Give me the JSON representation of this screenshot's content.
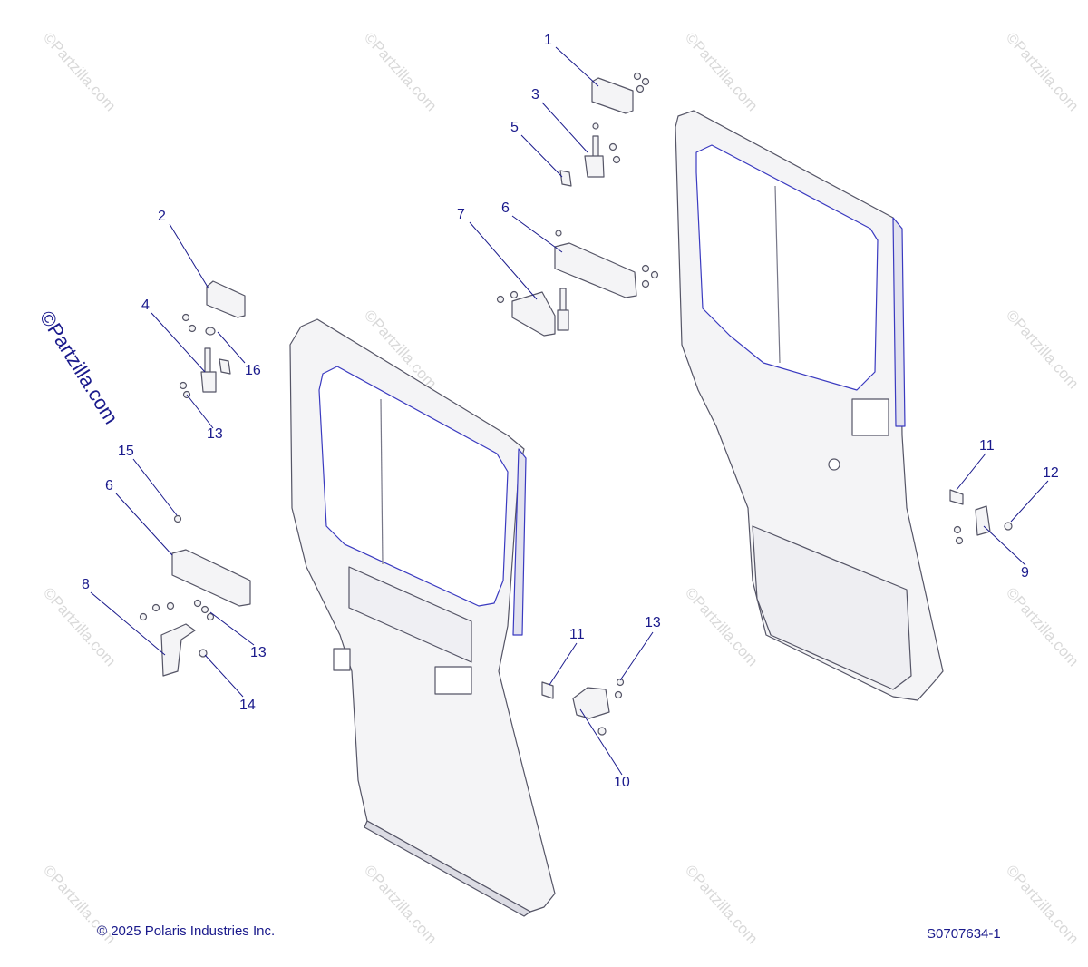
{
  "watermark": "©Partzilla.com",
  "callouts": {
    "c1": "1",
    "c2": "2",
    "c3": "3",
    "c4": "4",
    "c5": "5",
    "c6a": "6",
    "c6b": "6",
    "c7": "7",
    "c8": "8",
    "c9": "9",
    "c10": "10",
    "c11a": "11",
    "c11b": "11",
    "c12": "12",
    "c13a": "13",
    "c13b": "13",
    "c13c": "13",
    "c14": "14",
    "c15": "15",
    "c16": "16"
  },
  "footer": {
    "copyright": "© 2025 Polaris Industries Inc.",
    "diagram_id": "S0707634-1"
  },
  "colors": {
    "line": "#1a1a8c",
    "part_fill": "#f4f4f6",
    "part_stroke": "#555566",
    "watermark": "#d9d9d9"
  }
}
